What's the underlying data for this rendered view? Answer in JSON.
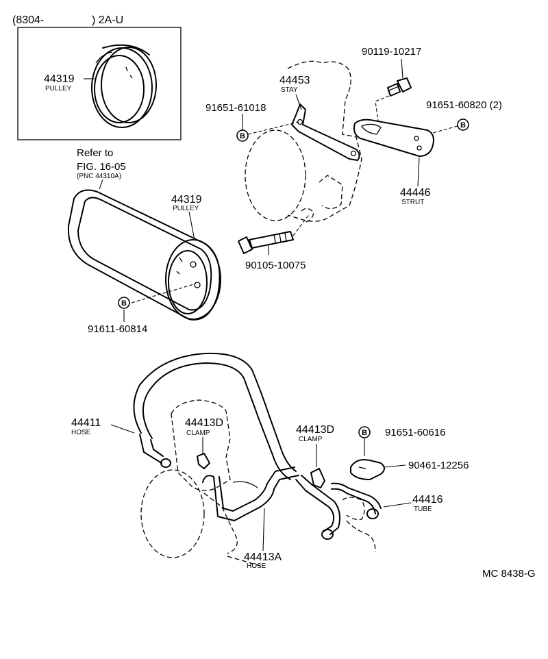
{
  "header": {
    "range_open": "(8304-",
    "range_close": ") 2A-U"
  },
  "reference": {
    "line1": "Refer to",
    "line2": "FIG. 16-05",
    "line3": "(PNC 44310A)"
  },
  "bolt_marker": "B",
  "parts": {
    "pulley_inset": {
      "number": "44319",
      "name": "PULLEY"
    },
    "pulley": {
      "number": "44319",
      "name": "PULLEY"
    },
    "stay": {
      "number": "44453",
      "name": "STAY"
    },
    "strut": {
      "number": "44446",
      "name": "STRUT"
    },
    "bolt_90119": {
      "number": "90119-10217"
    },
    "bolt_91651_60820": {
      "number": "91651-60820 (2)"
    },
    "bolt_91651_61018": {
      "number": "91651-61018"
    },
    "bolt_90105": {
      "number": "90105-10075"
    },
    "bolt_91611": {
      "number": "91611-60814"
    },
    "hose_44411": {
      "number": "44411",
      "name": "HOSE"
    },
    "clamp_left": {
      "number": "44413D",
      "name": "CLAMP"
    },
    "clamp_right": {
      "number": "44413D",
      "name": "CLAMP"
    },
    "bolt_91651_60616": {
      "number": "91651-60616"
    },
    "clip_90461": {
      "number": "90461-12256"
    },
    "tube": {
      "number": "44416",
      "name": "TUBE"
    },
    "hose_44413A": {
      "number": "44413A",
      "name": "HOSE"
    }
  },
  "diagram_code": "MC 8438-G"
}
